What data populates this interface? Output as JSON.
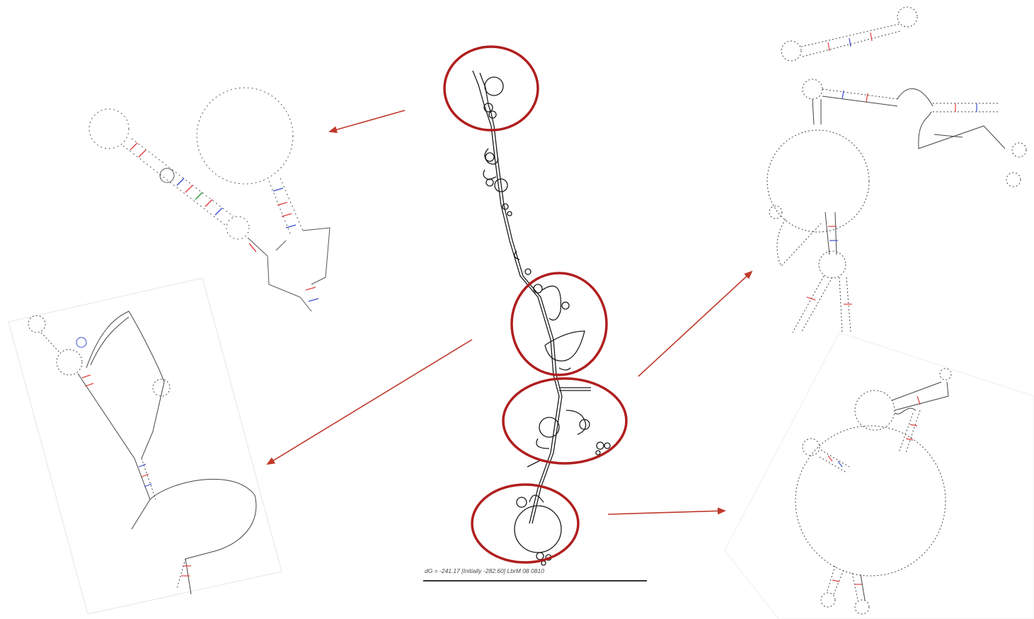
{
  "caption": {
    "text": "dG = -241.17 [Initially -282.60] LbrM 08 0810"
  },
  "colors": {
    "highlight_circle": "#b01e1e",
    "arrow": "#c0392b",
    "backbone": "#1a1a1a",
    "base_pair_red": "#e04040",
    "base_pair_blue": "#3a4fd0",
    "base_pair_green": "#2e9a3a"
  },
  "highlighted_regions": [
    "top-stem-loop",
    "upper-middle-loop",
    "lower-middle-loop",
    "bottom-loop"
  ],
  "zoom_panels": [
    "zoom-top-left",
    "zoom-bottom-left",
    "zoom-top-right",
    "zoom-bottom-right"
  ]
}
